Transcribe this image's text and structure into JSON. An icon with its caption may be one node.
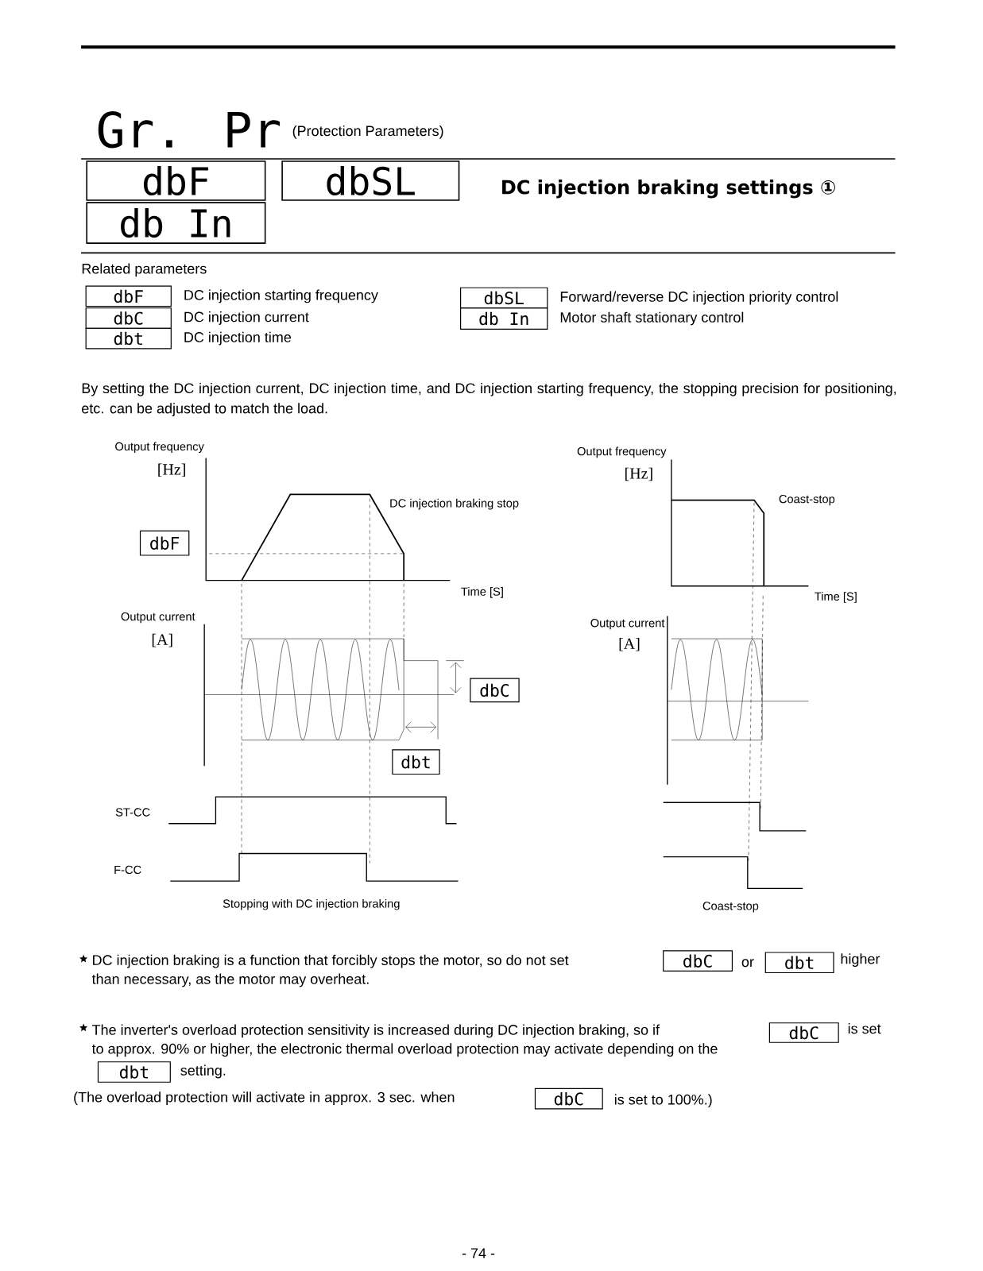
{
  "diagram": {
    "title": "Gr. Pr",
    "nodes": [
      {
        "text": [
          "dbF"
        ]
      },
      {
        "text": [
          "dbSL"
        ]
      },
      {
        "text": [
          "db In"
        ]
      },
      {
        "text": [
          "dbF"
        ],
        "beside": [
          "DC injection starting frequency"
        ]
      },
      {
        "text": [
          "dbC"
        ],
        "beside": [
          "DC injection current"
        ]
      },
      {
        "text": [
          "dbt"
        ],
        "beside": [
          "DC injection time"
        ]
      },
      {
        "text": [
          "dbSL"
        ],
        "beside": [
          "Forward/reverse DC injection priority control"
        ]
      },
      {
        "text": [
          "db In"
        ],
        "beside": [
          "Motor shaft stationary control"
        ]
      },
      {
        "text": [
          "dbF"
        ]
      },
      {
        "text": [
          "dbC"
        ]
      },
      {
        "text": [
          "dbt"
        ]
      },
      {
        "text": [
          "dbC"
        ]
      },
      {
        "text": [
          "dbt"
        ]
      },
      {
        "text": [
          "dbC"
        ]
      },
      {
        "text": [
          "dbt"
        ]
      },
      {
        "text": [
          "dbC"
        ]
      }
    ],
    "labels": [
      "(Protection Parameters)",
      "DC injection braking settings ①",
      "Related parameters",
      "By setting the DC injection current, DC injection time, and DC injection starting frequency, the stopping precision for positioning, etc. can be adjusted to match the load.",
      "Output frequency",
      "[Hz]",
      "Output frequency",
      "[Hz]",
      "DC injection braking stop",
      "Coast-stop",
      "Time [S]",
      "Time [S]",
      "Output current",
      "[A]",
      "Output current",
      "[A]",
      "ST-CC",
      "F-CC",
      "Stopping with DC injection braking",
      "Coast-stop",
      "DC injection braking is a function that forcibly stops the motor, so do not set",
      "or",
      "higher than necessary, as the motor may overheat.",
      "The inverter's overload protection sensitivity is increased during DC injection braking, so if",
      "is set to approx. 90% or higher, the electronic thermal overload protection may activate depending on the",
      "setting.",
      "(The overload protection will activate in approx. 3 sec. when",
      "is set to 100%.)",
      "- 74 -"
    ]
  }
}
